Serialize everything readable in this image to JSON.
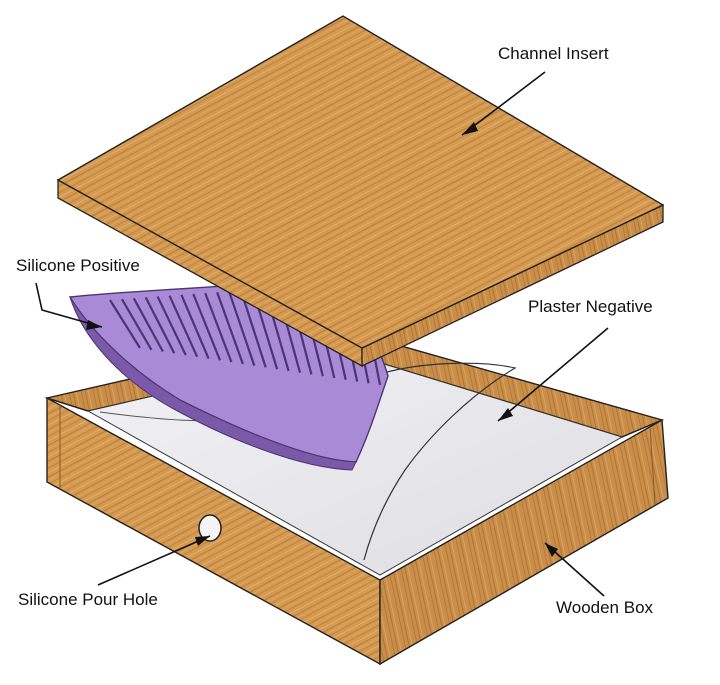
{
  "labels": {
    "channel_insert": "Channel Insert",
    "silicone_positive": "Silicone Positive",
    "plaster_negative": "Plaster Negative",
    "silicone_pour_hole": "Silicone Pour Hole",
    "wooden_box": "Wooden Box"
  },
  "colors": {
    "wood_light": "#d9a45f",
    "wood_mid": "#c98b43",
    "wood_dark": "#b57635",
    "plaster": "#e9e9ec",
    "silicone": "#a98bd4",
    "silicone_dark": "#6b4f94",
    "line": "#222222"
  }
}
